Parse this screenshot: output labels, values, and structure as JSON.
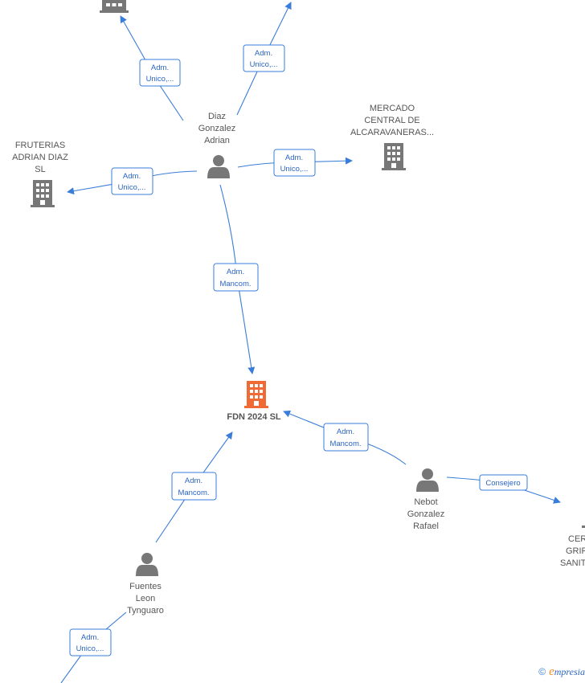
{
  "colors": {
    "edge": "#3a7dd8",
    "company": "#777777",
    "focus_company": "#f06a35",
    "person": "#777777"
  },
  "nodes": {
    "diaz": {
      "lines": [
        "Diaz",
        "Gonzalez",
        "Adrian"
      ],
      "icon": "person-icon"
    },
    "fruterias": {
      "lines": [
        "FRUTERIAS",
        "ADRIAN DIAZ",
        "SL"
      ],
      "icon": "building-icon"
    },
    "mercado": {
      "lines": [
        "MERCADO",
        "CENTRAL DE",
        "ALCARAVANERAS..."
      ],
      "icon": "building-icon"
    },
    "fdn": {
      "lines": [
        "FDN 2024  SL"
      ],
      "icon": "building-icon"
    },
    "nebot": {
      "lines": [
        "Nebot",
        "Gonzalez",
        "Rafael"
      ],
      "icon": "person-icon"
    },
    "fuentes": {
      "lines": [
        "Fuentes",
        "Leon",
        "Tynguaro"
      ],
      "icon": "person-icon"
    },
    "cer": {
      "lines": [
        "CER",
        "GRIF",
        "SANIT"
      ],
      "icon": "building-icon"
    }
  },
  "edges": {
    "diaz_top_left": [
      "Adm.",
      "Unico,..."
    ],
    "diaz_top_right": [
      "Adm.",
      "Unico,..."
    ],
    "diaz_fruterias": [
      "Adm.",
      "Unico,..."
    ],
    "diaz_mercado": [
      "Adm.",
      "Unico,..."
    ],
    "diaz_fdn": [
      "Adm.",
      "Mancom."
    ],
    "nebot_fdn": [
      "Adm.",
      "Mancom."
    ],
    "nebot_cer": [
      "Consejero"
    ],
    "fuentes_fdn": [
      "Adm.",
      "Mancom."
    ],
    "fuentes_bottom": [
      "Adm.",
      "Unico,..."
    ]
  },
  "brand": {
    "copyright": "©",
    "initial": "e",
    "name": "mpresia"
  }
}
